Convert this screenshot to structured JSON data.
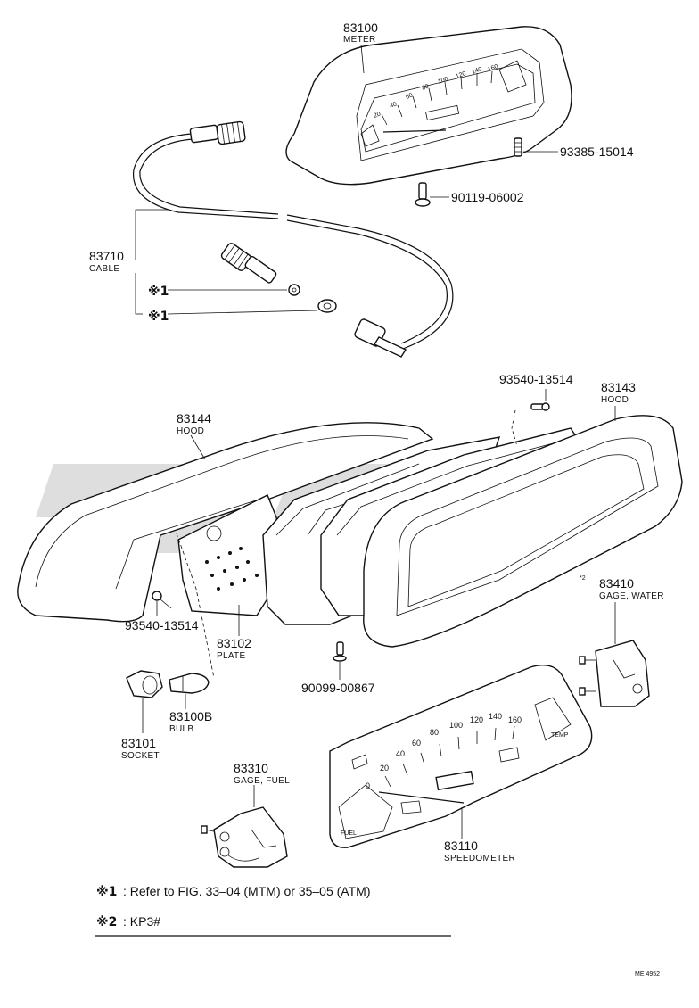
{
  "labels": {
    "meter": {
      "number": "83100",
      "name": "METER"
    },
    "screw_15014": {
      "number": "93385-15014"
    },
    "screw_06002": {
      "number": "90119-06002"
    },
    "cable": {
      "number": "83710",
      "name": "CABLE"
    },
    "ref1a": {
      "mark": "※1"
    },
    "ref1b": {
      "mark": "※1"
    },
    "screw_13514_top": {
      "number": "93540-13514"
    },
    "hood_83143": {
      "number": "83143",
      "name": "HOOD"
    },
    "hood_83144": {
      "number": "83144",
      "name": "HOOD"
    },
    "water_gage": {
      "number": "83410",
      "name": "GAGE, WATER",
      "mark": "*2"
    },
    "screw_13514_left": {
      "number": "93540-13514"
    },
    "plate": {
      "number": "83102",
      "name": "PLATE"
    },
    "screw_00867": {
      "number": "90099-00867"
    },
    "bulb": {
      "number": "83100B",
      "name": "BULB"
    },
    "socket": {
      "number": "83101",
      "name": "SOCKET"
    },
    "fuel_gage": {
      "number": "83310",
      "name": "GAGE, FUEL"
    },
    "speedometer": {
      "number": "83110",
      "name": "SPEEDOMETER"
    }
  },
  "dial_ticks": [
    "0",
    "20",
    "40",
    "60",
    "80",
    "100",
    "120",
    "140",
    "160"
  ],
  "dial_small": {
    "fuel": "FUEL",
    "temp": "TEMP"
  },
  "notes": [
    {
      "mark": "※1",
      "text": ":  Refer to FIG. 33–04 (MTM) or 35–05 (ATM)"
    },
    {
      "mark": "※2",
      "text": ":  KP3#"
    }
  ],
  "figure_code": "ME 4952"
}
